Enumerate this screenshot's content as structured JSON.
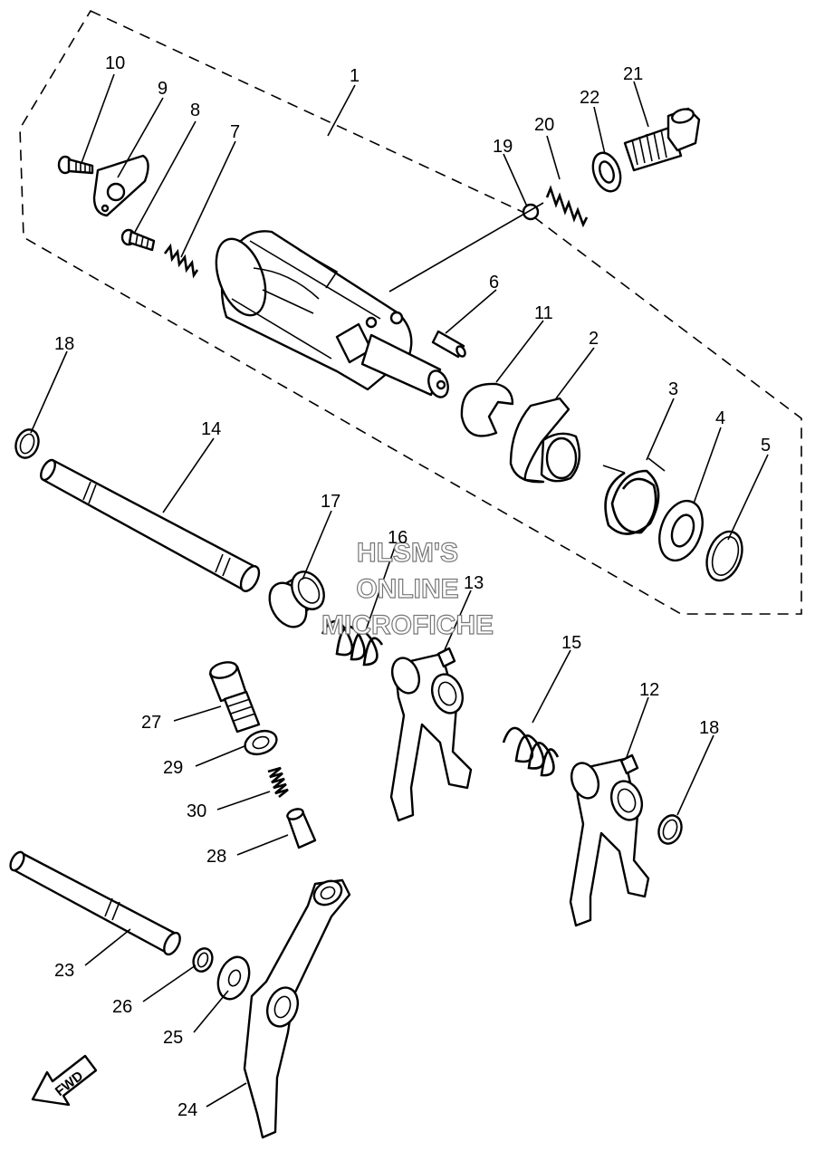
{
  "labels": {
    "p1": "1",
    "p2": "2",
    "p3": "3",
    "p4": "4",
    "p5": "5",
    "p6": "6",
    "p7": "7",
    "p8": "8",
    "p9": "9",
    "p10": "10",
    "p11": "11",
    "p12": "12",
    "p13": "13",
    "p14": "14",
    "p15": "15",
    "p16": "16",
    "p17": "17",
    "p18a": "18",
    "p18b": "18",
    "p19": "19",
    "p20": "20",
    "p21": "21",
    "p22": "22",
    "p23": "23",
    "p24": "24",
    "p25": "25",
    "p26": "26",
    "p27": "27",
    "p28": "28",
    "p29": "29",
    "p30": "30"
  },
  "watermark": {
    "line1": "HLSM'S",
    "line2": "ONLINE",
    "line3": "MICROFICHE"
  },
  "fwd_label": "FWD"
}
